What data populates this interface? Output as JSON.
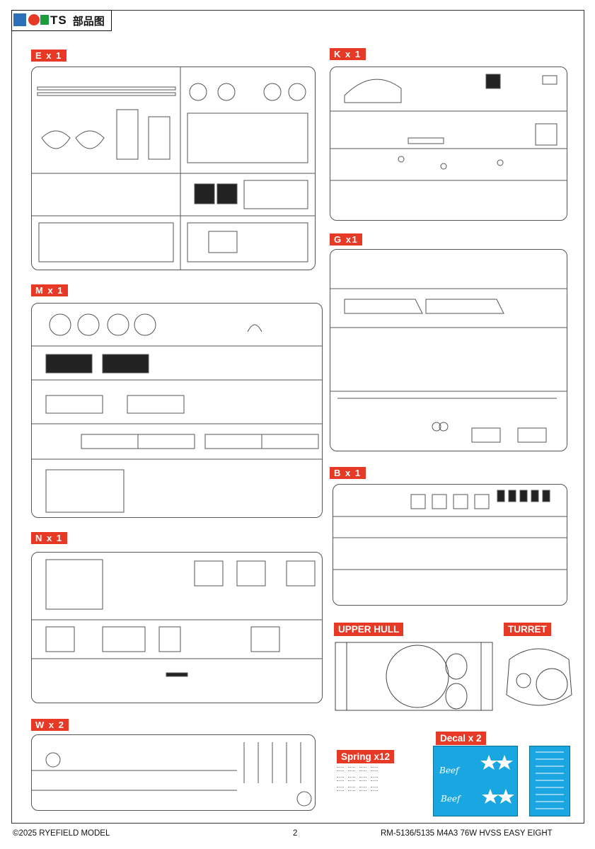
{
  "header": {
    "title": "TS",
    "cn_title": "部品图"
  },
  "sprues": {
    "E": {
      "label": "E x 1"
    },
    "K": {
      "label": "K x 1"
    },
    "G": {
      "label": "G x1"
    },
    "M": {
      "label": "M x 1"
    },
    "B": {
      "label": "B x 1"
    },
    "N": {
      "label": "N x 1"
    },
    "W": {
      "label": "W x 2"
    }
  },
  "sections": {
    "upper_hull": "UPPER HULL",
    "turret": "TURRET",
    "spring": "Spring x12",
    "decal": "Decal x 2"
  },
  "footer": {
    "copyright": "©2025 RYEFIELD MODEL",
    "page_number": "2",
    "product": "RM-5136/5135 M4A3 76W HVSS EASY EIGHT"
  },
  "colors": {
    "accent": "#e63a26",
    "decal_blue": "#1aa6e0"
  }
}
